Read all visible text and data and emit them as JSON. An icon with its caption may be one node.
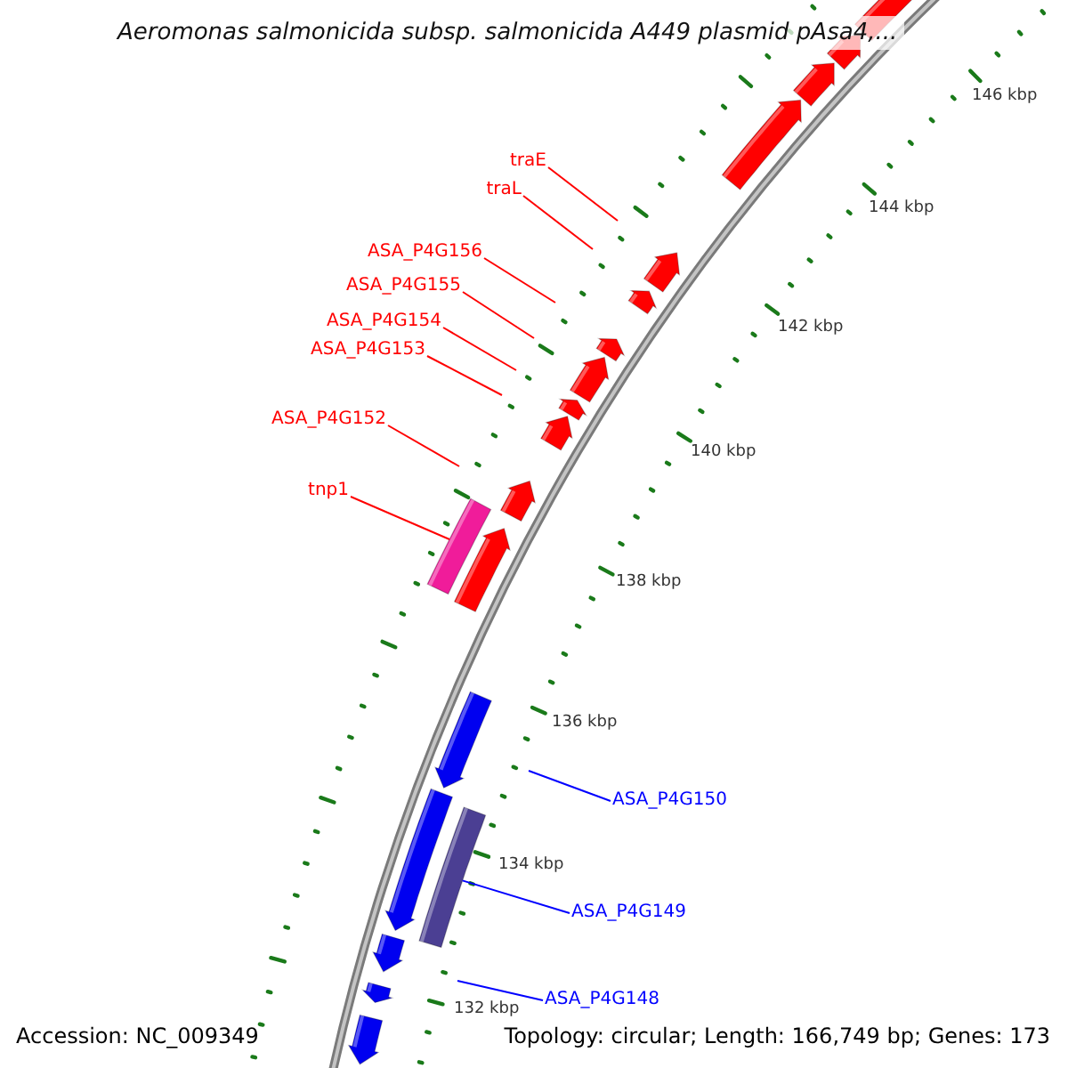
{
  "diagram": {
    "title": "Aeromonas salmonicida subsp. salmonicida A449 plasmid pAsa4,...",
    "nodes": [
      {
        "text": [
          "traE"
        ]
      },
      {
        "text": [
          "traL"
        ]
      },
      {
        "text": [
          "ASA_P4G156"
        ]
      },
      {
        "text": [
          "ASA_P4G155"
        ]
      },
      {
        "text": [
          "ASA_P4G154"
        ]
      },
      {
        "text": [
          "ASA_P4G153"
        ]
      },
      {
        "text": [
          "ASA_P4G152"
        ]
      },
      {
        "text": [
          "tnp1"
        ]
      },
      {
        "text": [
          "ASA_P4G150"
        ]
      },
      {
        "text": [
          "ASA_P4G149"
        ]
      },
      {
        "text": [
          "ASA_P4G148"
        ]
      },
      {
        "text": [],
        "shape": "bar"
      },
      {
        "text": [],
        "shape": "bar"
      }
    ],
    "edges": [
      {
        "from": 0,
        "to": null,
        "arrow": "none"
      },
      {
        "from": 1,
        "to": null,
        "arrow": "none"
      },
      {
        "from": 2,
        "to": null,
        "arrow": "none"
      },
      {
        "from": 3,
        "to": null,
        "arrow": "none"
      },
      {
        "from": 4,
        "to": null,
        "arrow": "none"
      },
      {
        "from": 5,
        "to": null,
        "arrow": "none"
      },
      {
        "from": 6,
        "to": null,
        "arrow": "none"
      },
      {
        "from": 7,
        "to": 11,
        "arrow": "none"
      },
      {
        "from": 8,
        "to": null,
        "arrow": "none",
        "color": "#0000ff"
      },
      {
        "from": 9,
        "to": 12,
        "arrow": "none",
        "color": "#0000ff"
      },
      {
        "from": 10,
        "to": null,
        "arrow": "none",
        "color": "#0000ff"
      }
    ],
    "labels": [
      "146 kbp",
      "144 kbp",
      "142 kbp",
      "140 kbp",
      "138 kbp",
      "136 kbp",
      "134 kbp",
      "132 kbp",
      "Accession: NC_009349",
      "Topology: circular; Length: 166,749 bp; Genes: 173"
    ]
  }
}
